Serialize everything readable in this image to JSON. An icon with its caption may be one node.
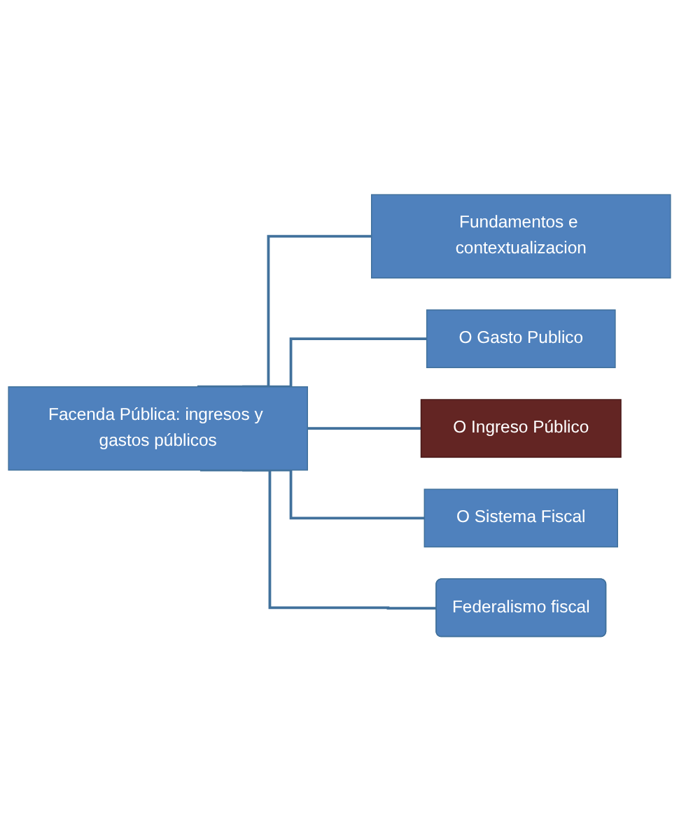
{
  "diagram": {
    "nodes": [
      {
        "text": [
          "Facenda Pública: ingresos y gastos públicos"
        ]
      },
      {
        "text": [
          "Fundamentos e contextualizacion"
        ]
      },
      {
        "text": [
          "O Gasto Publico"
        ]
      },
      {
        "text": [
          "O Ingreso Público"
        ]
      },
      {
        "text": [
          "O Sistema Fiscal"
        ]
      },
      {
        "text": [
          "Federalismo fiscal"
        ]
      }
    ],
    "edges": [
      {
        "from": 0,
        "to": 1,
        "arrow": "none"
      },
      {
        "from": 0,
        "to": 2,
        "arrow": "none"
      },
      {
        "from": 0,
        "to": 3,
        "arrow": "none"
      },
      {
        "from": 0,
        "to": 4,
        "arrow": "none"
      },
      {
        "from": 0,
        "to": 5,
        "arrow": "none"
      }
    ]
  }
}
